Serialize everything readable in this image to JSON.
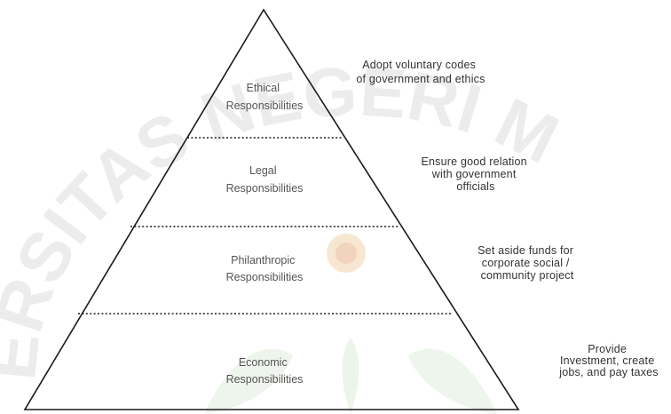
{
  "watermark": {
    "arc_text": "ERSITAS NEGERI M",
    "color": "#ececec"
  },
  "pyramid": {
    "stroke_color": "#1a1a1a",
    "levels": [
      {
        "label_lines": [
          "Ethical",
          "Responsibilities"
        ],
        "note_lines": [
          "Adopt voluntary codes",
          "of government and ethics"
        ]
      },
      {
        "label_lines": [
          "Legal",
          "Responsibilities"
        ],
        "note_lines": [
          "Ensure good relation",
          "with government",
          "officials"
        ]
      },
      {
        "label_lines": [
          "Philanthropic",
          "Responsibilities"
        ],
        "note_lines": [
          "Set aside funds for",
          "corporate social /",
          "community project"
        ]
      },
      {
        "label_lines": [
          "Economic",
          "Responsibilities"
        ],
        "note_lines": [
          "Provide",
          "Investment, create",
          "jobs, and pay taxes"
        ]
      }
    ]
  }
}
